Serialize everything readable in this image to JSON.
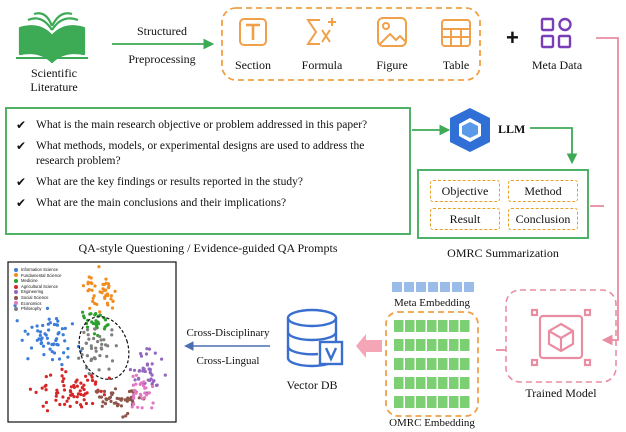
{
  "source": {
    "label_line1": "Scientific",
    "label_line2": "Literature"
  },
  "preprocess": {
    "label_line1": "Structured",
    "label_line2": "Preprocessing"
  },
  "components": [
    {
      "label": "Section",
      "icon": "section-icon"
    },
    {
      "label": "Formula",
      "icon": "formula-icon"
    },
    {
      "label": "Figure",
      "icon": "figure-icon"
    },
    {
      "label": "Table",
      "icon": "table-icon"
    }
  ],
  "plus": "+",
  "meta": {
    "label": "Meta Data",
    "icon": "meta-data-icon"
  },
  "questions": [
    "What is the main research objective or problem addressed in this paper?",
    "What methods, models, or experimental designs are used to address the research problem?",
    "What are the key findings or results reported in the study?",
    "What are the main conclusions and their implications?"
  ],
  "check_glyph": "✔",
  "qa_caption": "QA-style Questioning / Evidence-guided QA Prompts",
  "llm": {
    "label": "LLM",
    "icon": "llm-cube-icon"
  },
  "omrc": {
    "items": [
      "Objective",
      "Method",
      "Result",
      "Conclusion"
    ],
    "caption": "OMRC Summarization"
  },
  "meta_embedding": {
    "label": "Meta Embedding"
  },
  "omrc_embedding": {
    "label": "OMRC Embedding",
    "rows": 5
  },
  "trained_model": {
    "label": "Trained Model"
  },
  "vector_db": {
    "label": "Vector DB",
    "icon": "database-icon"
  },
  "retrieval": {
    "line1": "Cross-Disciplinary",
    "line2": "Cross-Lingual"
  },
  "scatter": {
    "legend": [
      {
        "name": "Information Science",
        "color": "#3b7dd8"
      },
      {
        "name": "Fundamental Science",
        "color": "#f28c1e"
      },
      {
        "name": "Medicine",
        "color": "#2ca02c"
      },
      {
        "name": "Agricultural Science",
        "color": "#d62728"
      },
      {
        "name": "Engineering",
        "color": "#9467bd"
      },
      {
        "name": "Social Science",
        "color": "#8c564b"
      },
      {
        "name": "Economics",
        "color": "#e377c2"
      },
      {
        "name": "Philosophy",
        "color": "#7f7f7f"
      }
    ]
  },
  "colors": {
    "green": "#3daa55",
    "orange": "#e6a025",
    "purple": "#7a3fb8",
    "blue": "#3a6fd0",
    "pink": "#e98da2",
    "light_blue": "#9bbbe8",
    "light_green": "#7ccf72"
  }
}
